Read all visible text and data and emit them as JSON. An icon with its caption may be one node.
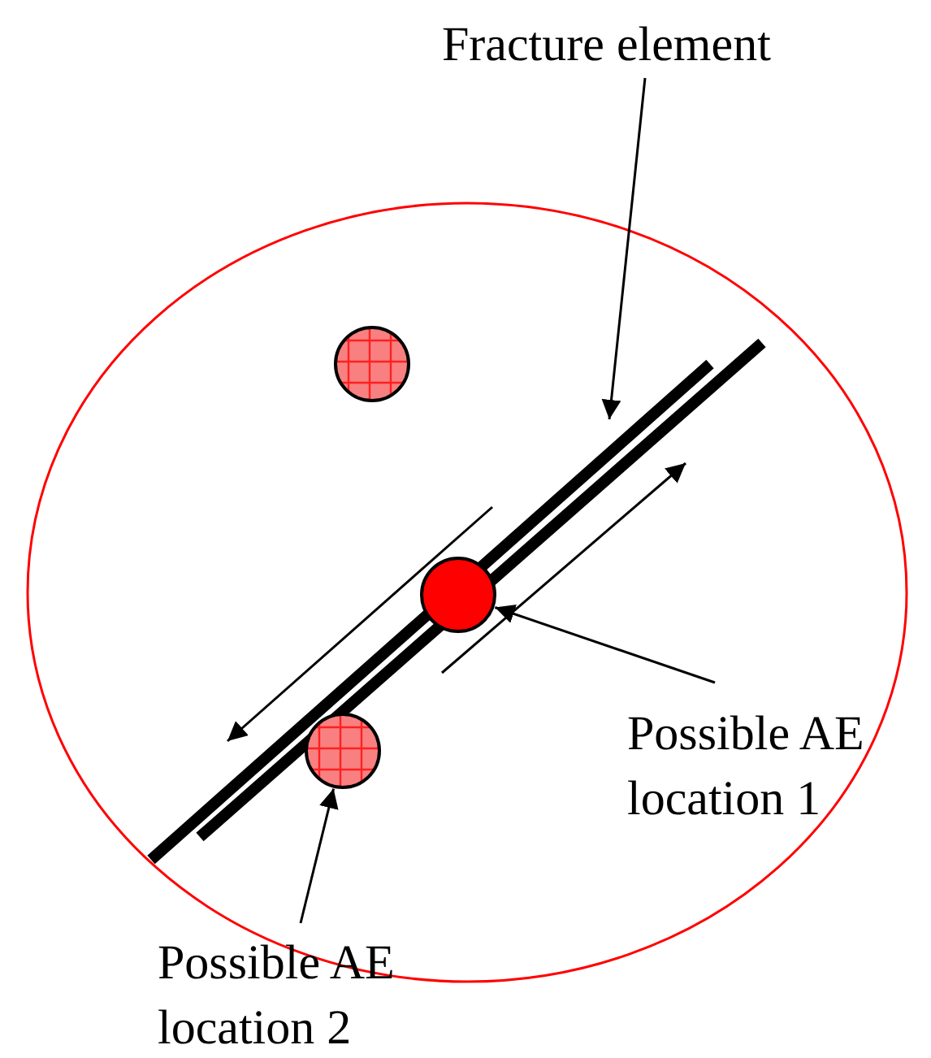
{
  "diagram": {
    "nodes": [
      {
        "text": [
          "Fracture element"
        ]
      },
      {
        "text": [],
        "shape": "circle"
      },
      {
        "text": [],
        "shape": "circle",
        "in": 1
      },
      {
        "text": [],
        "shape": "bar",
        "in": 1
      },
      {
        "text": [],
        "shape": "circle",
        "in": 3
      },
      {
        "text": [],
        "shape": "circle",
        "in": 3
      },
      {
        "text": [
          "Possible AE location 1"
        ],
        "in": 1
      },
      {
        "text": [
          "Possible AE location 2"
        ]
      }
    ],
    "edges": [
      {
        "from": 0,
        "to": 3,
        "arrow": "to"
      },
      {
        "from": 6,
        "to": 4,
        "arrow": "to"
      },
      {
        "from": 7,
        "to": 5,
        "arrow": "to"
      }
    ]
  }
}
